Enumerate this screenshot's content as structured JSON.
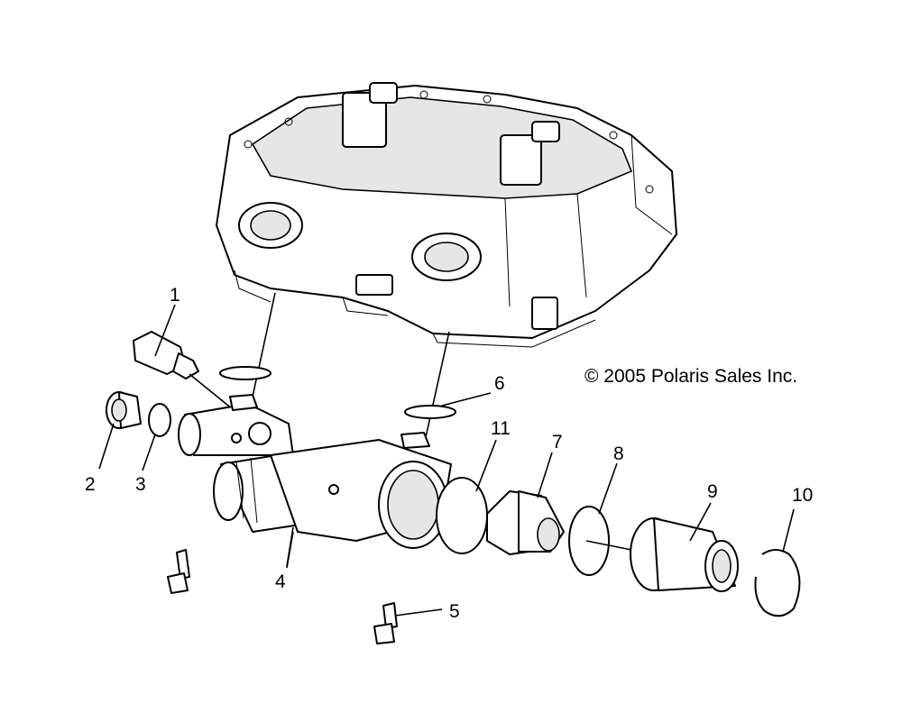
{
  "copyright": "© 2005 Polaris Sales Inc.",
  "callouts": [
    "1",
    "2",
    "3",
    "4",
    "5",
    "6",
    "7",
    "8",
    "9",
    "10",
    "11"
  ]
}
